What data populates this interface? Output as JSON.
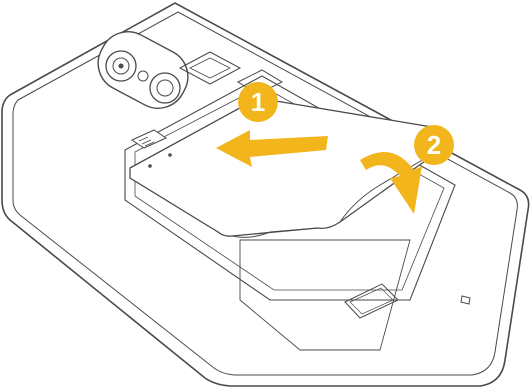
{
  "diagram": {
    "steps": [
      {
        "number": "1"
      },
      {
        "number": "2"
      }
    ],
    "colors": {
      "outline": "#4a4a4a",
      "arrow": "#f2b51c",
      "badge": "#f2b51c",
      "badge_text": "#ffffff",
      "background": "#ffffff"
    },
    "icons": {
      "arrow_left": "slide-left-arrow",
      "arrow_curved": "curved-down-arrow"
    }
  }
}
